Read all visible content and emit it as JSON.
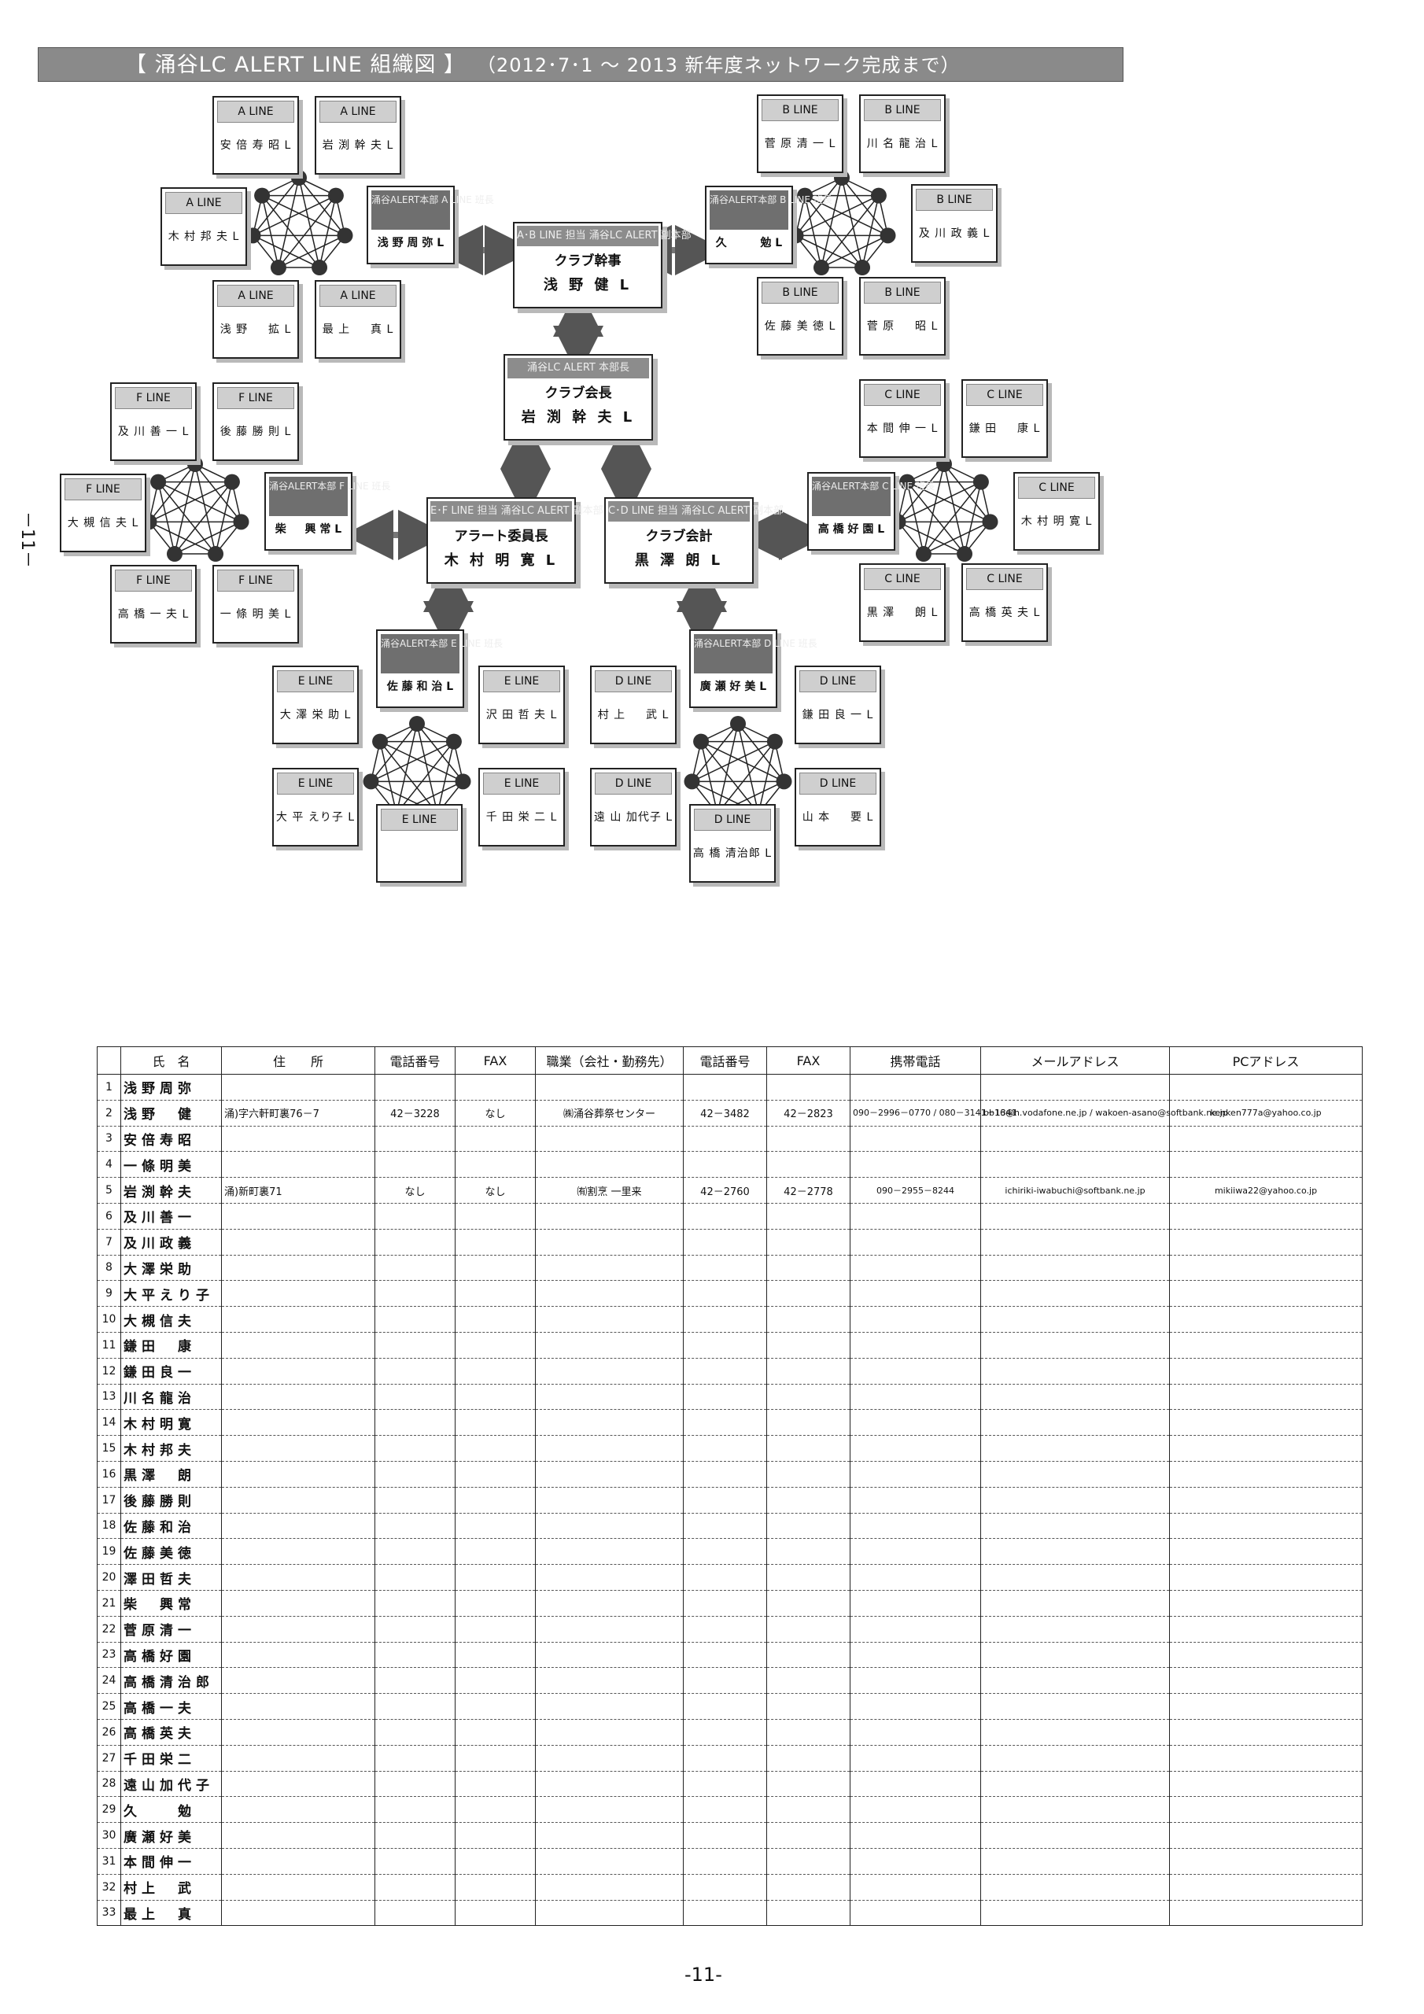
{
  "title": {
    "main": "【 涌谷LC ALERT LINE 組織図 】",
    "sub": "（2012･7･1 ～ 2013 新年度ネットワーク完成まで）"
  },
  "side_mark": "－11－",
  "page_number": "-11-",
  "officers": {
    "secretary": {
      "header": "A･B LINE 担当 涌谷LC ALERT 副本部",
      "role": "クラブ幹事",
      "name": "浅 野 健 L"
    },
    "president": {
      "header": "涌谷LC ALERT 本部長",
      "role": "クラブ会長",
      "name": "岩 渕 幹 夫 L"
    },
    "alert_chair": {
      "header": "E･F LINE 担当 涌谷LC ALERT 副本部",
      "role": "アラート委員長",
      "name": "木 村 明 寛 L"
    },
    "treasurer": {
      "header": "C･D LINE 担当 涌谷LC ALERT 副本部",
      "role": "クラブ会計",
      "name": "黒 澤 朗 L"
    }
  },
  "lines": {
    "A": {
      "leader_header": "涌谷ALERT本部 A LINE 班長",
      "leader": "浅 野 周 弥 L",
      "members": [
        {
          "line": "A LINE",
          "name": "安 倍 寿 昭 L"
        },
        {
          "line": "A LINE",
          "name": "岩 渕 幹 夫 L"
        },
        {
          "line": "A LINE",
          "name": "木 村 邦 夫 L"
        },
        {
          "line": "A LINE",
          "name": "浅 野 　 拡 L"
        },
        {
          "line": "A LINE",
          "name": "最 上 　 真 L"
        }
      ]
    },
    "B": {
      "leader_header": "涌谷ALERT本部 B LINE 班長",
      "leader": "久 　 　 勉 L",
      "members": [
        {
          "line": "B LINE",
          "name": "菅 原 清 一 L"
        },
        {
          "line": "B LINE",
          "name": "川 名 龍 治 L"
        },
        {
          "line": "B LINE",
          "name": "及 川 政 義 L"
        },
        {
          "line": "B LINE",
          "name": "佐 藤 美 徳 L"
        },
        {
          "line": "B LINE",
          "name": "菅 原 　 昭 L"
        }
      ]
    },
    "C": {
      "leader_header": "涌谷ALERT本部 C LINE 班長",
      "leader": "高 橋 好 園 L",
      "members": [
        {
          "line": "C LINE",
          "name": "本 間 伸 一 L"
        },
        {
          "line": "C LINE",
          "name": "鎌 田 　 康 L"
        },
        {
          "line": "C LINE",
          "name": "木 村 明 寛 L"
        },
        {
          "line": "C LINE",
          "name": "黒 澤 　 朗 L"
        },
        {
          "line": "C LINE",
          "name": "高 橋 英 夫 L"
        }
      ]
    },
    "D": {
      "leader_header": "涌谷ALERT本部 D LINE 班長",
      "leader": "廣 瀬 好 美 L",
      "members": [
        {
          "line": "D LINE",
          "name": "村 上 　 武 L"
        },
        {
          "line": "D LINE",
          "name": "鎌 田 良 一 L"
        },
        {
          "line": "D LINE",
          "name": "遠 山 加代子 L"
        },
        {
          "line": "D LINE",
          "name": "山 本 　 要 L"
        },
        {
          "line": "D LINE",
          "name": "高 橋 清治郎 L"
        }
      ]
    },
    "E": {
      "leader_header": "涌谷ALERT本部 E LINE 班長",
      "leader": "佐 藤 和 治 L",
      "members": [
        {
          "line": "E LINE",
          "name": "大 澤 栄 助 L"
        },
        {
          "line": "E LINE",
          "name": "沢 田 哲 夫 L"
        },
        {
          "line": "E LINE",
          "name": "大 平 えり子 L"
        },
        {
          "line": "E LINE",
          "name": "千 田 栄 二 L"
        },
        {
          "line": "E LINE",
          "name": ""
        }
      ]
    },
    "F": {
      "leader_header": "涌谷ALERT本部 F LINE 班長",
      "leader": "柴 　 興 常 L",
      "members": [
        {
          "line": "F LINE",
          "name": "及 川 善 一 L"
        },
        {
          "line": "F LINE",
          "name": "後 藤 勝 則 L"
        },
        {
          "line": "F LINE",
          "name": "大 槻 信 夫 L"
        },
        {
          "line": "F LINE",
          "name": "高 橋 一 夫 L"
        },
        {
          "line": "F LINE",
          "name": "一 條 明 美 L"
        }
      ]
    }
  },
  "table": {
    "headers": [
      "",
      "氏　名",
      "住　　所",
      "電話番号",
      "FAX",
      "職業（会社・勤務先）",
      "電話番号",
      "FAX",
      "携帯電話",
      "メールアドレス",
      "PCアドレス"
    ],
    "rows": [
      {
        "no": "1",
        "name": "浅野周弥",
        "addr": "",
        "tel": "",
        "fax": "",
        "job": "",
        "wtel": "",
        "wfax": "",
        "mobile": "",
        "mail": "",
        "pc": ""
      },
      {
        "no": "2",
        "name": "浅野　健",
        "addr": "涌)字六軒町裏76－7",
        "tel": "42－3228",
        "fax": "なし",
        "job": "㈱涌谷葬祭センター",
        "wtel": "42－3482",
        "wfax": "42－2823",
        "mobile": "090－2996－0770 / 080－3141－1341",
        "mail": "bb16@h.vodafone.ne.jp / wakoen-asano@softbank.ne.jp",
        "pc": "kenken777a@yahoo.co.jp"
      },
      {
        "no": "3",
        "name": "安倍寿昭",
        "addr": "",
        "tel": "",
        "fax": "",
        "job": "",
        "wtel": "",
        "wfax": "",
        "mobile": "",
        "mail": "",
        "pc": ""
      },
      {
        "no": "4",
        "name": "一條明美",
        "addr": "",
        "tel": "",
        "fax": "",
        "job": "",
        "wtel": "",
        "wfax": "",
        "mobile": "",
        "mail": "",
        "pc": ""
      },
      {
        "no": "5",
        "name": "岩渕幹夫",
        "addr": "涌)新町裏71",
        "tel": "なし",
        "fax": "なし",
        "job": "㈲割烹 一里来",
        "wtel": "42－2760",
        "wfax": "42－2778",
        "mobile": "090－2955－8244",
        "mail": "ichiriki-iwabuchi@softbank.ne.jp",
        "pc": "mikiiwa22@yahoo.co.jp"
      },
      {
        "no": "6",
        "name": "及川善一",
        "addr": "",
        "tel": "",
        "fax": "",
        "job": "",
        "wtel": "",
        "wfax": "",
        "mobile": "",
        "mail": "",
        "pc": ""
      },
      {
        "no": "7",
        "name": "及川政義",
        "addr": "",
        "tel": "",
        "fax": "",
        "job": "",
        "wtel": "",
        "wfax": "",
        "mobile": "",
        "mail": "",
        "pc": ""
      },
      {
        "no": "8",
        "name": "大澤栄助",
        "addr": "",
        "tel": "",
        "fax": "",
        "job": "",
        "wtel": "",
        "wfax": "",
        "mobile": "",
        "mail": "",
        "pc": ""
      },
      {
        "no": "9",
        "name": "大平えり子",
        "addr": "",
        "tel": "",
        "fax": "",
        "job": "",
        "wtel": "",
        "wfax": "",
        "mobile": "",
        "mail": "",
        "pc": ""
      },
      {
        "no": "10",
        "name": "大槻信夫",
        "addr": "",
        "tel": "",
        "fax": "",
        "job": "",
        "wtel": "",
        "wfax": "",
        "mobile": "",
        "mail": "",
        "pc": ""
      },
      {
        "no": "11",
        "name": "鎌田　康",
        "addr": "",
        "tel": "",
        "fax": "",
        "job": "",
        "wtel": "",
        "wfax": "",
        "mobile": "",
        "mail": "",
        "pc": ""
      },
      {
        "no": "12",
        "name": "鎌田良一",
        "addr": "",
        "tel": "",
        "fax": "",
        "job": "",
        "wtel": "",
        "wfax": "",
        "mobile": "",
        "mail": "",
        "pc": ""
      },
      {
        "no": "13",
        "name": "川名龍治",
        "addr": "",
        "tel": "",
        "fax": "",
        "job": "",
        "wtel": "",
        "wfax": "",
        "mobile": "",
        "mail": "",
        "pc": ""
      },
      {
        "no": "14",
        "name": "木村明寛",
        "addr": "",
        "tel": "",
        "fax": "",
        "job": "",
        "wtel": "",
        "wfax": "",
        "mobile": "",
        "mail": "",
        "pc": ""
      },
      {
        "no": "15",
        "name": "木村邦夫",
        "addr": "",
        "tel": "",
        "fax": "",
        "job": "",
        "wtel": "",
        "wfax": "",
        "mobile": "",
        "mail": "",
        "pc": ""
      },
      {
        "no": "16",
        "name": "黒澤　朗",
        "addr": "",
        "tel": "",
        "fax": "",
        "job": "",
        "wtel": "",
        "wfax": "",
        "mobile": "",
        "mail": "",
        "pc": ""
      },
      {
        "no": "17",
        "name": "後藤勝則",
        "addr": "",
        "tel": "",
        "fax": "",
        "job": "",
        "wtel": "",
        "wfax": "",
        "mobile": "",
        "mail": "",
        "pc": ""
      },
      {
        "no": "18",
        "name": "佐藤和治",
        "addr": "",
        "tel": "",
        "fax": "",
        "job": "",
        "wtel": "",
        "wfax": "",
        "mobile": "",
        "mail": "",
        "pc": ""
      },
      {
        "no": "19",
        "name": "佐藤美徳",
        "addr": "",
        "tel": "",
        "fax": "",
        "job": "",
        "wtel": "",
        "wfax": "",
        "mobile": "",
        "mail": "",
        "pc": ""
      },
      {
        "no": "20",
        "name": "澤田哲夫",
        "addr": "",
        "tel": "",
        "fax": "",
        "job": "",
        "wtel": "",
        "wfax": "",
        "mobile": "",
        "mail": "",
        "pc": ""
      },
      {
        "no": "21",
        "name": "柴　興常",
        "addr": "",
        "tel": "",
        "fax": "",
        "job": "",
        "wtel": "",
        "wfax": "",
        "mobile": "",
        "mail": "",
        "pc": ""
      },
      {
        "no": "22",
        "name": "菅原清一",
        "addr": "",
        "tel": "",
        "fax": "",
        "job": "",
        "wtel": "",
        "wfax": "",
        "mobile": "",
        "mail": "",
        "pc": ""
      },
      {
        "no": "23",
        "name": "高橋好園",
        "addr": "",
        "tel": "",
        "fax": "",
        "job": "",
        "wtel": "",
        "wfax": "",
        "mobile": "",
        "mail": "",
        "pc": ""
      },
      {
        "no": "24",
        "name": "高橋清治郎",
        "addr": "",
        "tel": "",
        "fax": "",
        "job": "",
        "wtel": "",
        "wfax": "",
        "mobile": "",
        "mail": "",
        "pc": ""
      },
      {
        "no": "25",
        "name": "高橋一夫",
        "addr": "",
        "tel": "",
        "fax": "",
        "job": "",
        "wtel": "",
        "wfax": "",
        "mobile": "",
        "mail": "",
        "pc": ""
      },
      {
        "no": "26",
        "name": "高橋英夫",
        "addr": "",
        "tel": "",
        "fax": "",
        "job": "",
        "wtel": "",
        "wfax": "",
        "mobile": "",
        "mail": "",
        "pc": ""
      },
      {
        "no": "27",
        "name": "千田栄二",
        "addr": "",
        "tel": "",
        "fax": "",
        "job": "",
        "wtel": "",
        "wfax": "",
        "mobile": "",
        "mail": "",
        "pc": ""
      },
      {
        "no": "28",
        "name": "遠山加代子",
        "addr": "",
        "tel": "",
        "fax": "",
        "job": "",
        "wtel": "",
        "wfax": "",
        "mobile": "",
        "mail": "",
        "pc": ""
      },
      {
        "no": "29",
        "name": "久　　勉",
        "addr": "",
        "tel": "",
        "fax": "",
        "job": "",
        "wtel": "",
        "wfax": "",
        "mobile": "",
        "mail": "",
        "pc": ""
      },
      {
        "no": "30",
        "name": "廣瀬好美",
        "addr": "",
        "tel": "",
        "fax": "",
        "job": "",
        "wtel": "",
        "wfax": "",
        "mobile": "",
        "mail": "",
        "pc": ""
      },
      {
        "no": "31",
        "name": "本間伸一",
        "addr": "",
        "tel": "",
        "fax": "",
        "job": "",
        "wtel": "",
        "wfax": "",
        "mobile": "",
        "mail": "",
        "pc": ""
      },
      {
        "no": "32",
        "name": "村上　武",
        "addr": "",
        "tel": "",
        "fax": "",
        "job": "",
        "wtel": "",
        "wfax": "",
        "mobile": "",
        "mail": "",
        "pc": ""
      },
      {
        "no": "33",
        "name": "最上　真",
        "addr": "",
        "tel": "",
        "fax": "",
        "job": "",
        "wtel": "",
        "wfax": "",
        "mobile": "",
        "mail": "",
        "pc": ""
      }
    ]
  }
}
